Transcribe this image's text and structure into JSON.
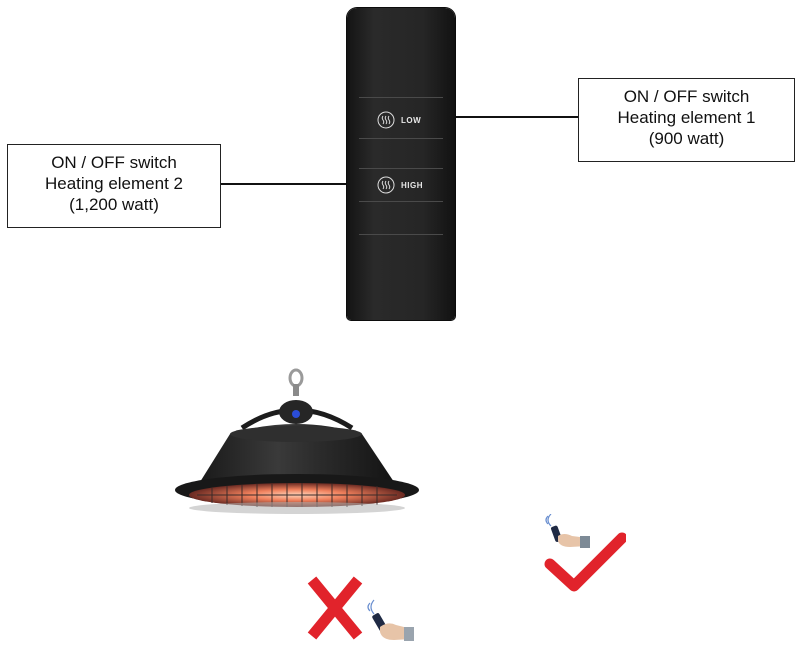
{
  "callouts": {
    "right": {
      "line1": "ON / OFF switch",
      "line2": "Heating element 1",
      "line3": "(900 watt)"
    },
    "left": {
      "line1": "ON / OFF switch",
      "line2": "Heating element 2",
      "line3": "(1,200 watt)"
    }
  },
  "remote": {
    "low_label": "LOW",
    "high_label": "HIGH"
  },
  "icons": {
    "heat": "heat-wave-icon",
    "check": "check-mark-icon",
    "cross": "cross-mark-icon",
    "hand": "hand-holding-remote-icon"
  },
  "colors": {
    "mark_red": "#e1232b",
    "remote_body": "#232323",
    "heater_glow": "#e8604a"
  }
}
